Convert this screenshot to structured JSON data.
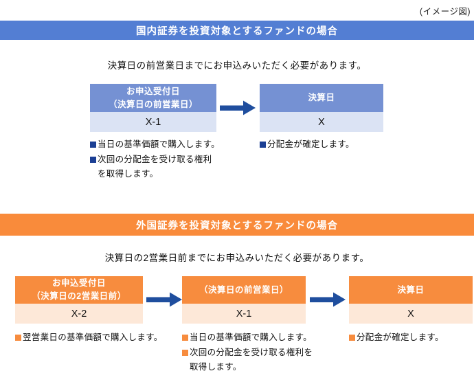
{
  "page": {
    "note": "(イメージ図)"
  },
  "colors": {
    "blue_bar": "#537ED3",
    "blue_box_header": "#7591D3",
    "blue_box_body": "#DBE3F4",
    "arrow_navy": "#1F4E9E",
    "bullet_navy": "#1B3F94",
    "orange_bar": "#F98B3B",
    "orange_box_header": "#F78C3E",
    "orange_box_body": "#FDE8D8"
  },
  "domestic": {
    "title": "国内証券を投資対象とするファンドの場合",
    "instruction": "決算日の前営業日までにお申込みいただく必要があります。",
    "boxes": [
      {
        "header_line1": "お申込受付日",
        "header_line2": "（決算日の前営業日）",
        "value": "X-1"
      },
      {
        "header_line1": "決算日",
        "value": "X"
      }
    ],
    "notes_col1": [
      "当日の基準価額で購入します。",
      "次回の分配金を受け取る権利",
      "を取得します。"
    ],
    "notes_col2": [
      "分配金が確定します。"
    ]
  },
  "foreign": {
    "title": "外国証券を投資対象とするファンドの場合",
    "instruction": "決算日の2営業日前までにお申込みいただく必要があります。",
    "boxes": [
      {
        "header_line1": "お申込受付日",
        "header_line2": "（決算日の2営業日前）",
        "value": "X-2"
      },
      {
        "header_line1": "（決算日の前営業日）",
        "value": "X-1"
      },
      {
        "header_line1": "決算日",
        "value": "X"
      }
    ],
    "notes_col1": [
      "翌営業日の基準価額で購入します。"
    ],
    "notes_col2": [
      "当日の基準価額で購入します。",
      "次回の分配金を受け取る権利を",
      "取得します。"
    ],
    "notes_col3": [
      "分配金が確定します。"
    ]
  }
}
